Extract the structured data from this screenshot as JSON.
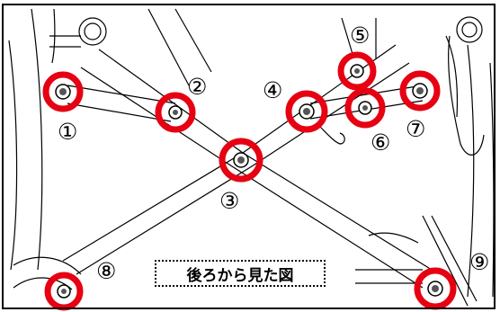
{
  "caption": "後ろから見た図",
  "accent_color": "#e60012",
  "line_color": "#000000",
  "markers": [
    {
      "id": "1",
      "label": "①"
    },
    {
      "id": "2",
      "label": "②"
    },
    {
      "id": "3",
      "label": "③"
    },
    {
      "id": "4",
      "label": "④"
    },
    {
      "id": "5",
      "label": "⑤"
    },
    {
      "id": "6",
      "label": "⑥"
    },
    {
      "id": "7",
      "label": "⑦"
    },
    {
      "id": "8",
      "label": "⑧"
    },
    {
      "id": "9",
      "label": "⑨"
    }
  ]
}
